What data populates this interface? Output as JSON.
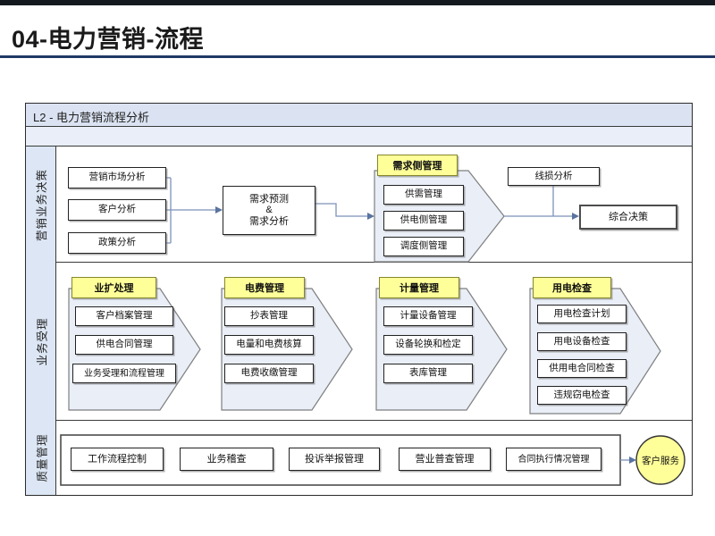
{
  "slide": {
    "title": "04-电力营销-流程"
  },
  "diagram": {
    "header": "L2 - 电力营销流程分析",
    "lane_labels": [
      "营销业务决策",
      "业务受理",
      "质量管理"
    ],
    "decision_lane": {
      "analysis_boxes": [
        "营销市场分析",
        "客户分析",
        "政策分析"
      ],
      "forecast_lines": [
        "需求预测",
        "&",
        "需求分析"
      ],
      "demand_side": {
        "header": "需求侧管理",
        "items": [
          "供需管理",
          "供电侧管理",
          "调度侧管理"
        ]
      },
      "line_loss": "线损分析",
      "decision": "综合决策"
    },
    "acceptance_lane": {
      "groups": [
        {
          "header": "业扩处理",
          "items": [
            "客户档案管理",
            "供电合同管理",
            "业务受理和流程管理"
          ]
        },
        {
          "header": "电费管理",
          "items": [
            "抄表管理",
            "电量和电费核算",
            "电费收缴管理"
          ]
        },
        {
          "header": "计量管理",
          "items": [
            "计量设备管理",
            "设备轮换和检定",
            "表库管理"
          ]
        },
        {
          "header": "用电检查",
          "items": [
            "用电检查计划",
            "用电设备检查",
            "供用电合同检查",
            "违规窃电检查"
          ]
        }
      ]
    },
    "quality_lane": {
      "boxes": [
        "工作流程控制",
        "业务稽查",
        "投诉举报管理",
        "营业普查管理",
        "合同执行情况管理"
      ],
      "terminal": "客户服务"
    },
    "colors": {
      "title_rule": "#203864",
      "top_bar": "#14181f",
      "header_bar_fill": "#dbe3f2",
      "lane_label_fill": "#dce6f4",
      "chevron_fill": "#e9eef7",
      "chevron_stroke": "#7f7f7f",
      "highlight_yellow": "#ffff99",
      "yellow_stroke": "#86862c",
      "connector_blue": "#7d91b8"
    }
  }
}
